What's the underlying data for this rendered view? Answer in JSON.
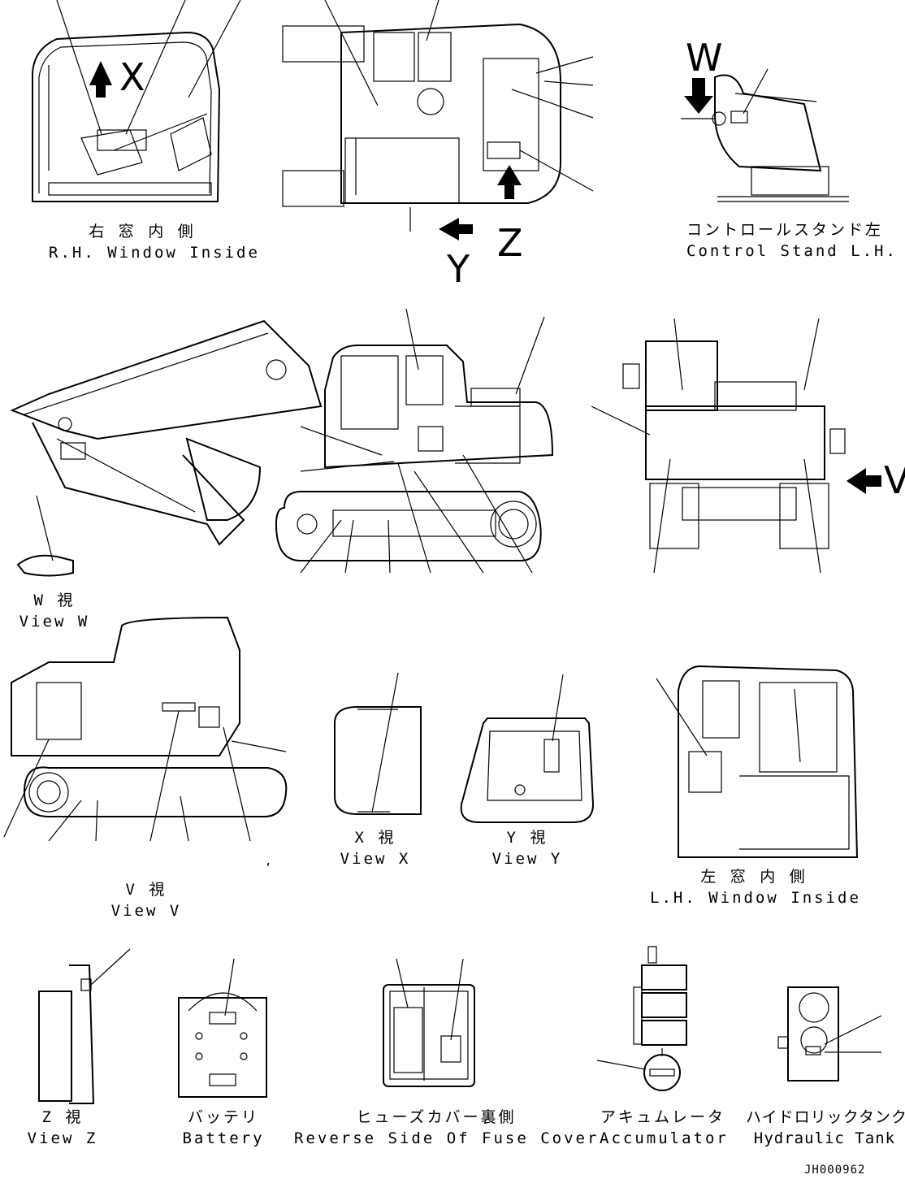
{
  "views": {
    "rh_window": {
      "jp": "右 窓 内 側",
      "en": "R.H. Window Inside"
    },
    "control_stand": {
      "jp": "コントロールスタンド左",
      "en": "Control Stand L.H."
    },
    "view_w": {
      "jp": "W  視",
      "en": "View W"
    },
    "view_x": {
      "jp": "X  視",
      "en": "View X"
    },
    "view_y": {
      "jp": "Y  視",
      "en": "View Y"
    },
    "view_v": {
      "jp": "V  視",
      "en": "View V"
    },
    "lh_window": {
      "jp": "左 窓 内 側",
      "en": "L.H. Window Inside"
    },
    "view_z": {
      "jp": "Z  視",
      "en": "View Z"
    },
    "battery": {
      "jp": "バッテリ",
      "en": "Battery"
    },
    "fuse_cover": {
      "jp": "ヒューズカバー裏側",
      "en": "Reverse Side Of Fuse Cover"
    },
    "accumulator": {
      "jp": "アキュムレータ",
      "en": "Accumulator"
    },
    "hydraulic_tank": {
      "jp": "ハイドロリックタンク",
      "en": "Hydraulic Tank"
    }
  },
  "arrow_letters": {
    "x": "X",
    "w": "W",
    "y": "Y",
    "z": "Z",
    "v": "V"
  },
  "drawing_code": "JH000962",
  "stray_mark": ","
}
